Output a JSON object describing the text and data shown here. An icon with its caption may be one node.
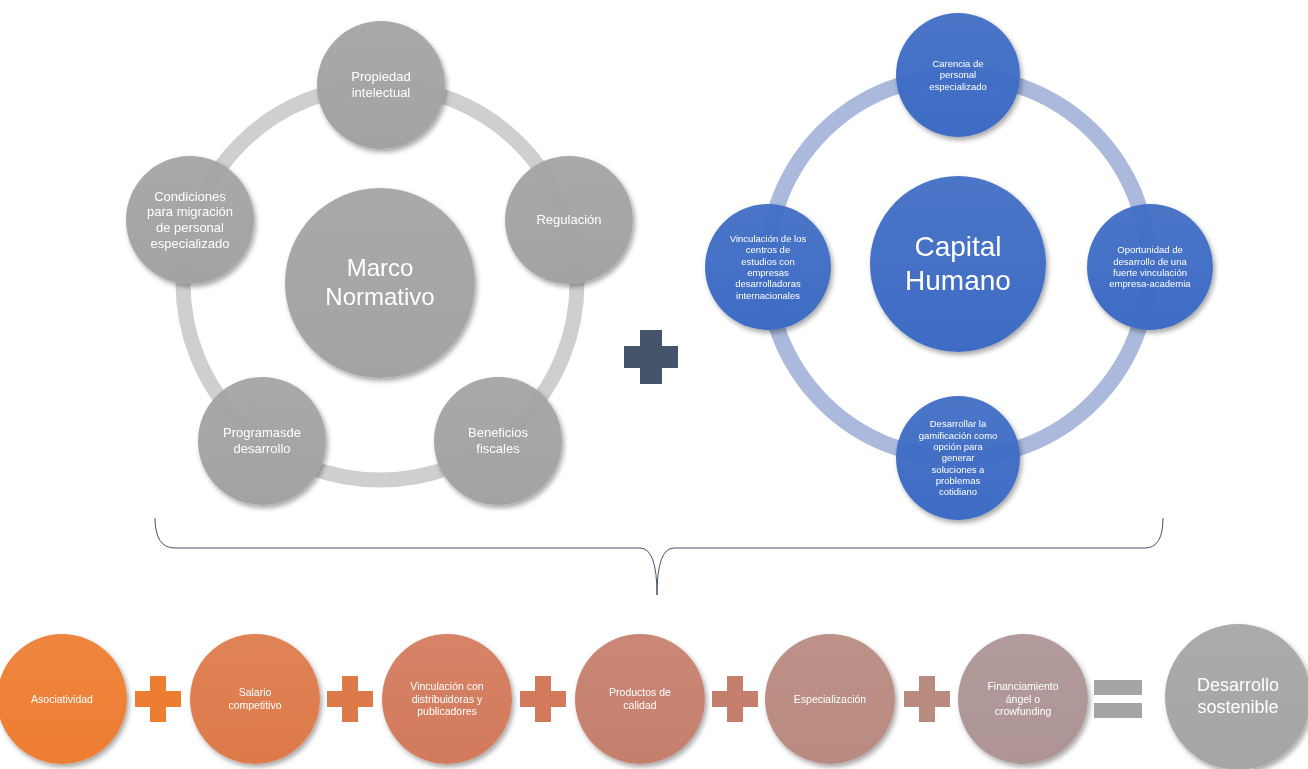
{
  "diagram": {
    "nodes": [
      {
        "text": [
          "Marco Normativo"
        ]
      },
      {
        "text": [
          "Propiedad intelectual"
        ]
      },
      {
        "text": [
          "Regulación"
        ]
      },
      {
        "text": [
          "Beneficios fiscales"
        ]
      },
      {
        "text": [
          "Programasde desarrollo"
        ]
      },
      {
        "text": [
          "Condiciones para migración de personal especializado"
        ]
      },
      {
        "text": [
          "Capital Humano"
        ]
      },
      {
        "text": [
          "Carencia de personal especializado"
        ]
      },
      {
        "text": [
          "Oportunidad de desarrollo de una fuerte vinculación empresa-academia"
        ]
      },
      {
        "text": [
          "Desarrollar la gamificación como opción para generar soluciones a problemas cotidiano"
        ]
      },
      {
        "text": [
          "Vinculación de los centros de estudios con empresas desarrolladoras internacionales"
        ]
      },
      {
        "text": [
          "Asociatividad"
        ]
      },
      {
        "text": [
          "Salario competitivo"
        ]
      },
      {
        "text": [
          "Vinculación con distribuidoras y publicadores"
        ]
      },
      {
        "text": [
          "Productos de calidad"
        ]
      },
      {
        "text": [
          "Especialización"
        ]
      },
      {
        "text": [
          "Financiamiento ángel o crowfunding"
        ]
      },
      {
        "text": [
          "Desarrollo sostenible"
        ]
      }
    ]
  }
}
